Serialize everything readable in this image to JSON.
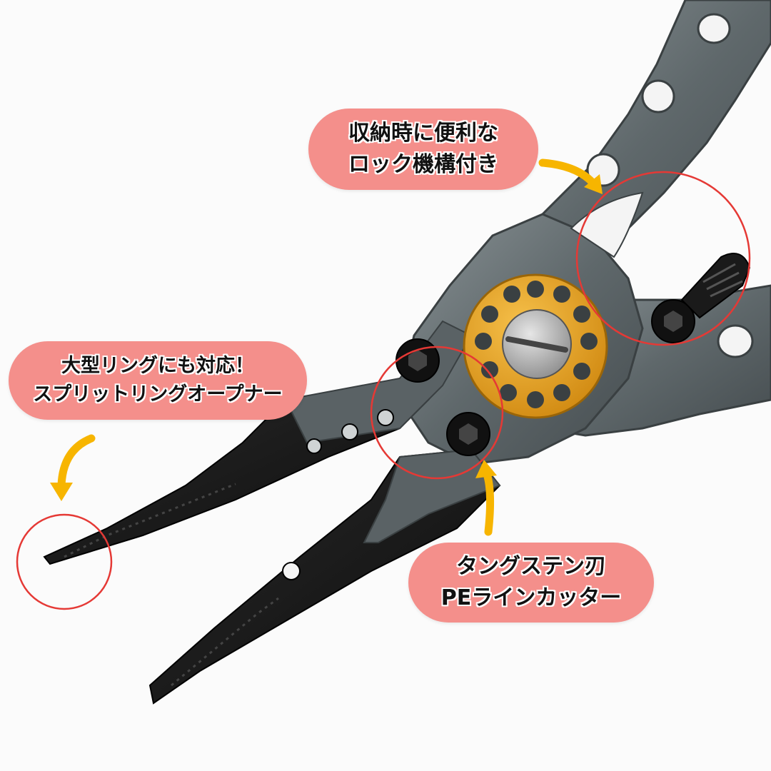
{
  "callouts": {
    "lock": {
      "line1": "収納時に便利な",
      "line2": "ロック機構付き"
    },
    "split_ring": {
      "line1": "大型リングにも対応！",
      "line2": "スプリットリングオープナー"
    },
    "cutter": {
      "line1": "タングステン刃",
      "line2": "PEラインカッター"
    }
  },
  "colors": {
    "callout_background": "#f48f8b",
    "highlight_circle": "#e53935",
    "arrow": "#f7b500",
    "handle": "#6a7275",
    "jaw": "#161616",
    "pivot_ring": "#e8a21f"
  },
  "icons": {
    "arrow": "curved-arrow-icon",
    "highlight": "red-circle-outline"
  }
}
